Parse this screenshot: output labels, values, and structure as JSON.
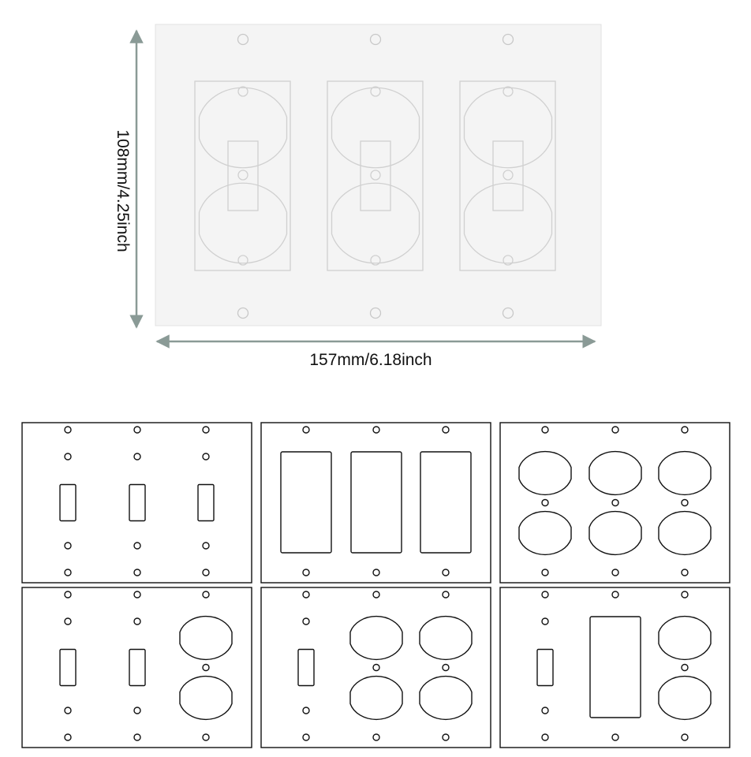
{
  "dimensions": {
    "height_label": "108mm/4.25inch",
    "width_label": "157mm/6.18inch",
    "arrow_color": "#8a9a96"
  },
  "main_plate": {
    "plate_color": "#f4f4f4",
    "outline_color": "#d2d2d2",
    "cutout_template": "triple-duplex-with-toggle-outline"
  },
  "variants": [
    {
      "name": "triple-toggle",
      "slots": [
        "toggle",
        "toggle",
        "toggle"
      ]
    },
    {
      "name": "triple-decora",
      "slots": [
        "decora",
        "decora",
        "decora"
      ]
    },
    {
      "name": "triple-duplex",
      "slots": [
        "duplex",
        "duplex",
        "duplex"
      ]
    },
    {
      "name": "toggle-toggle-duplex",
      "slots": [
        "toggle",
        "toggle",
        "duplex"
      ]
    },
    {
      "name": "toggle-duplex-duplex",
      "slots": [
        "toggle",
        "duplex",
        "duplex"
      ]
    },
    {
      "name": "toggle-decora-duplex",
      "slots": [
        "toggle",
        "decora",
        "duplex"
      ]
    }
  ]
}
